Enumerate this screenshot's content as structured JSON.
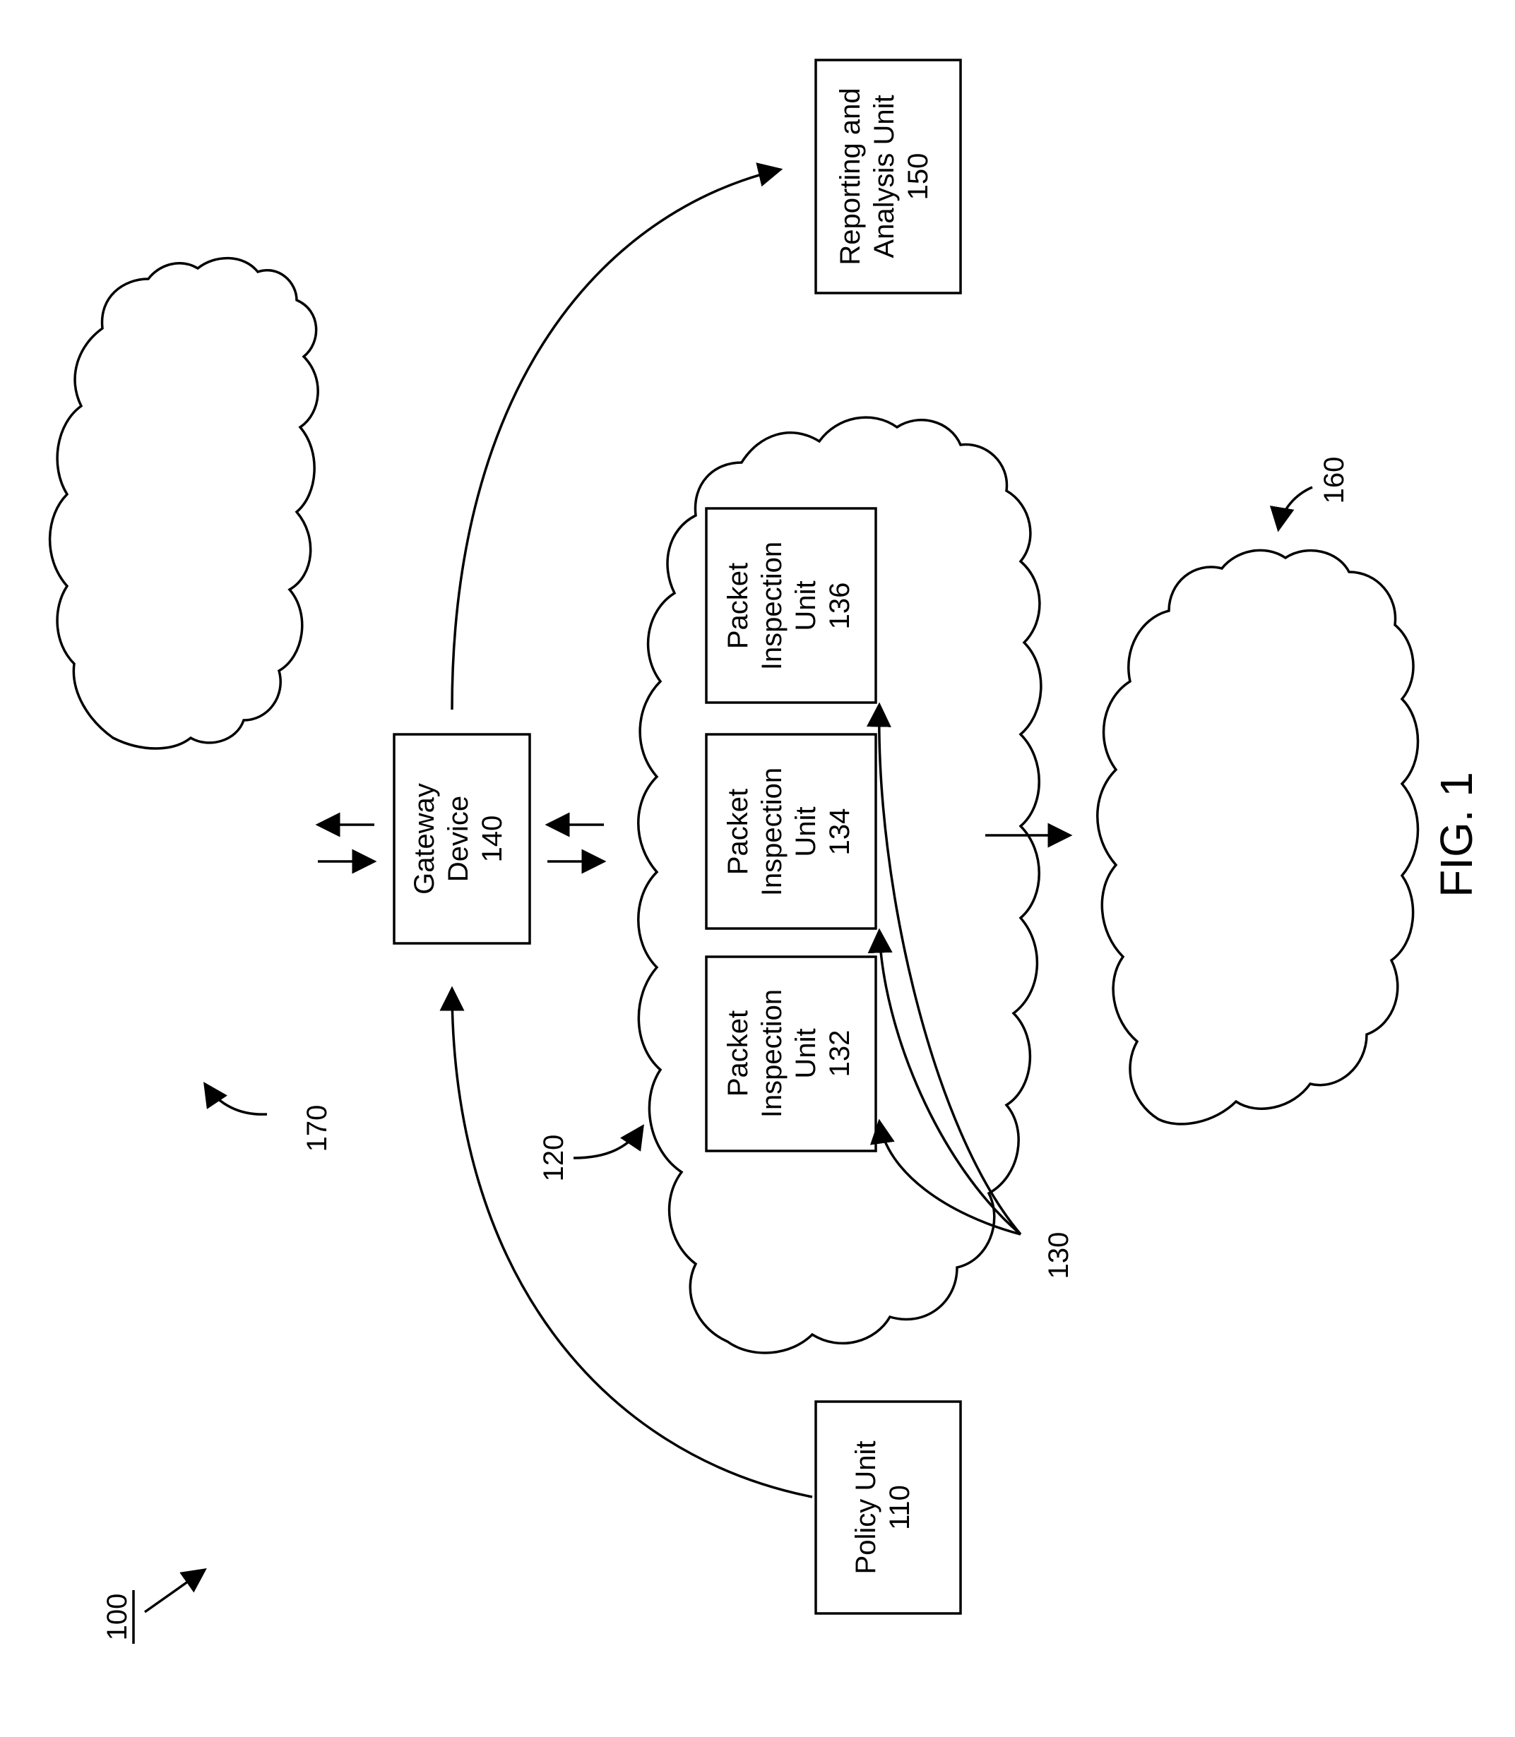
{
  "figure_label": "FIG. 1",
  "system_ref": "100",
  "policy_unit": {
    "line1": "Policy Unit",
    "line2": "110"
  },
  "gateway_device": {
    "line1": "Gateway",
    "line2": "Device",
    "line3": "140"
  },
  "reporting_unit": {
    "line1": "Reporting and",
    "line2": "Analysis Unit",
    "line3": "150"
  },
  "packet_units": [
    {
      "line1": "Packet",
      "line2": "Inspection",
      "line3": "Unit",
      "line4": "132"
    },
    {
      "line1": "Packet",
      "line2": "Inspection",
      "line3": "Unit",
      "line4": "134"
    },
    {
      "line1": "Packet",
      "line2": "Inspection",
      "line3": "Unit",
      "line4": "136"
    }
  ],
  "refs": {
    "inspection_network": "120",
    "packet_units_group": "130",
    "destination_network": "160",
    "source_network": "170"
  }
}
